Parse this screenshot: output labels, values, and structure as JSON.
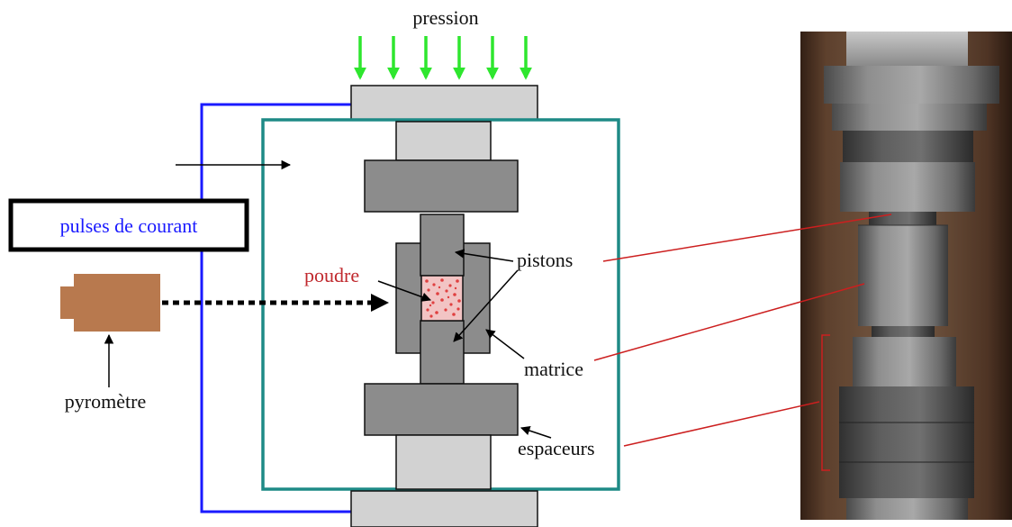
{
  "labels": {
    "pressure": "pression",
    "current_pulses": "pulses de courant",
    "powder": "poudre",
    "pistons": "pistons",
    "die": "matrice",
    "pyrometer": "pyromètre",
    "spacers": "espaceurs"
  },
  "colors": {
    "pressure_arrows": "#2ee62e",
    "current_circuit": "#1a1aff",
    "chamber_outline": "#1e8a86",
    "powder_label": "#c0282d",
    "powder_fill": "#f2c4c4",
    "powder_dots": "#e04040",
    "photo_leader_lines": "#cc1f1f",
    "pyrometer_body": "#b8794e",
    "block_dark_gray": "#8c8c8c",
    "block_light_gray": "#d2d2d2"
  },
  "icons": {
    "pyrometer": "pyrometer-icon",
    "photo": "sps-machine-photo"
  }
}
